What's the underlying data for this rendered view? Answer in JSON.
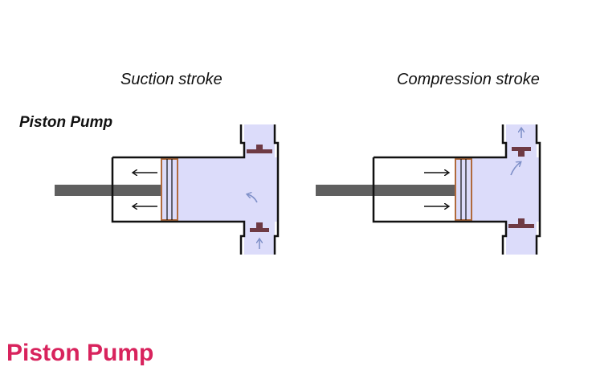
{
  "strokes": {
    "suction_label": "Suction stroke",
    "compression_label": "Compression stroke"
  },
  "diagram_title": "Piston Pump",
  "caption": "Piston Pump",
  "colors": {
    "fluid": "#dcdcfa",
    "outline": "#111111",
    "rod": "#5f5f5f",
    "piston_edge": "#b06a3c",
    "valve": "#6e3a44",
    "flow_arrow": "#7f90c8",
    "caption": "#d8235d"
  }
}
